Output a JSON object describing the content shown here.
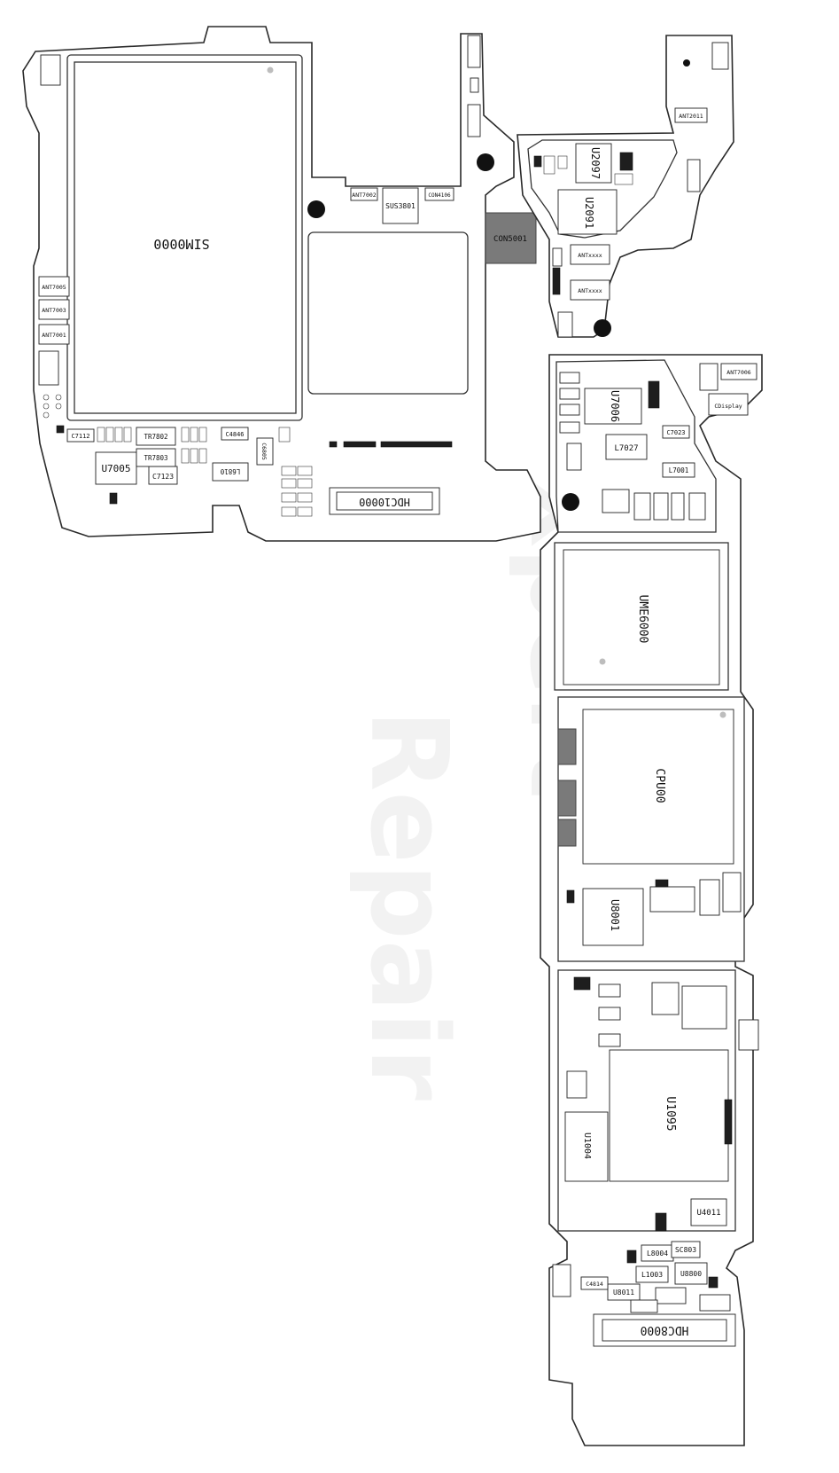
{
  "labels": {
    "sim": "SIM0000",
    "con5001": "CON5001",
    "sus3801": "SUS3801",
    "ant7002": "ANT7002",
    "con4106": "CON4106",
    "u2097": "U2097",
    "u2091": "U2091",
    "ant2011": "ANT2011",
    "ant7005": "ANT7005",
    "ant7003": "ANT7003",
    "ant7001": "ANT7001",
    "antxxxx": "ANTxxxx",
    "ant7006": "ANT7006",
    "display": "CDisplay",
    "u7006": "U7006",
    "l7027": "L7027",
    "c7023": "C7023",
    "l7001": "L7001",
    "c7112": "C7112",
    "u7005": "U7005",
    "c7123": "C7123",
    "tr7802": "TR7802",
    "tr7803": "TR7803",
    "c4846": "C4846",
    "l6810": "L6810",
    "c6805": "C6805",
    "hdc10000": "HDC10000",
    "ume6000": "UME6000",
    "cpu": "CPU00",
    "u8001": "U8001",
    "u1095": "U1095",
    "u1004": "U1004",
    "u4011": "U4011",
    "l8004": "L8004",
    "sc803": "SC803",
    "u8800": "U8800",
    "l1003": "L1003",
    "u8011": "U8011",
    "hdc8000": "HDC8000",
    "c4814": "C4814"
  },
  "watermark": {
    "top": "xpert",
    "bottom": "Repair"
  }
}
